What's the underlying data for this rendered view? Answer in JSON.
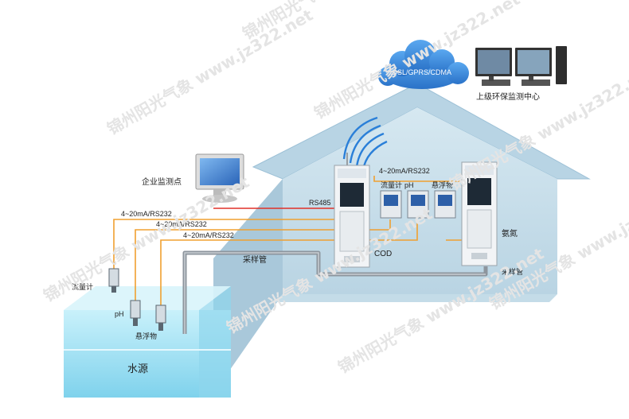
{
  "labels": {
    "cloud": "xDSL/GPRS/CDMA",
    "upper_center": "上级环保监测中心",
    "enterprise_point": "企业监测点",
    "link_top": "4~20mA/RS232",
    "rs485": "RS485",
    "panel_flow": "流量计",
    "panel_ph": "pH",
    "panel_ss": "悬浮物",
    "ammonia": "氨氮",
    "cod": "COD",
    "sampling_pipe_main": "采样管",
    "sampling_pipe_right": "采样管",
    "link_1": "4~20mA/RS232",
    "link_2": "4~20mA/RS232",
    "link_3": "4~20mA/RS232",
    "sensor_flow": "流量计",
    "sensor_ph": "pH",
    "sensor_ss": "悬浮物",
    "water_source": "水源"
  },
  "watermark": "锦州阳光气象 www.jz322.net",
  "colors": {
    "house": "#c8dde8",
    "house_roof_edge": "#a8c6d8",
    "cloud": "#3c8ee0",
    "water": "#a8e4f4",
    "orange_cable": "#f0a030",
    "red_cable": "#e03028",
    "pipe": "#9aa0a6",
    "cabinet": "#f2f4f6"
  }
}
